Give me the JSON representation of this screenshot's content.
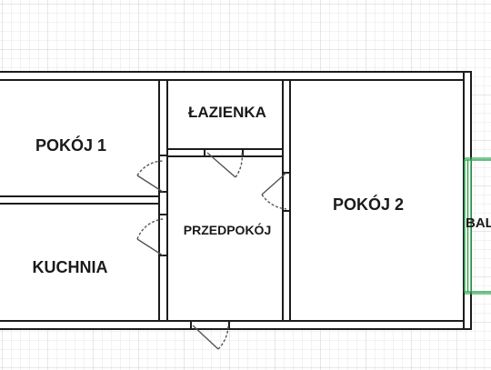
{
  "rooms": [
    {
      "id": "pokoj1",
      "label": "POKÓJ 1"
    },
    {
      "id": "lazienka",
      "label": "ŁAZIENKA"
    },
    {
      "id": "kuchnia",
      "label": "KUCHNIA"
    },
    {
      "id": "przedpokoj",
      "label": "PRZEDPOKÓJ"
    },
    {
      "id": "pokoj2",
      "label": "POKÓJ 2"
    },
    {
      "id": "balkon",
      "label": "BAL"
    }
  ],
  "colors": {
    "wall": "#1c1c1c",
    "wall_fill": "#ffffff",
    "grid_minor": "#e6e6e6",
    "grid_major": "#cfcfcf",
    "window": "#34a853",
    "door": "#555555"
  }
}
